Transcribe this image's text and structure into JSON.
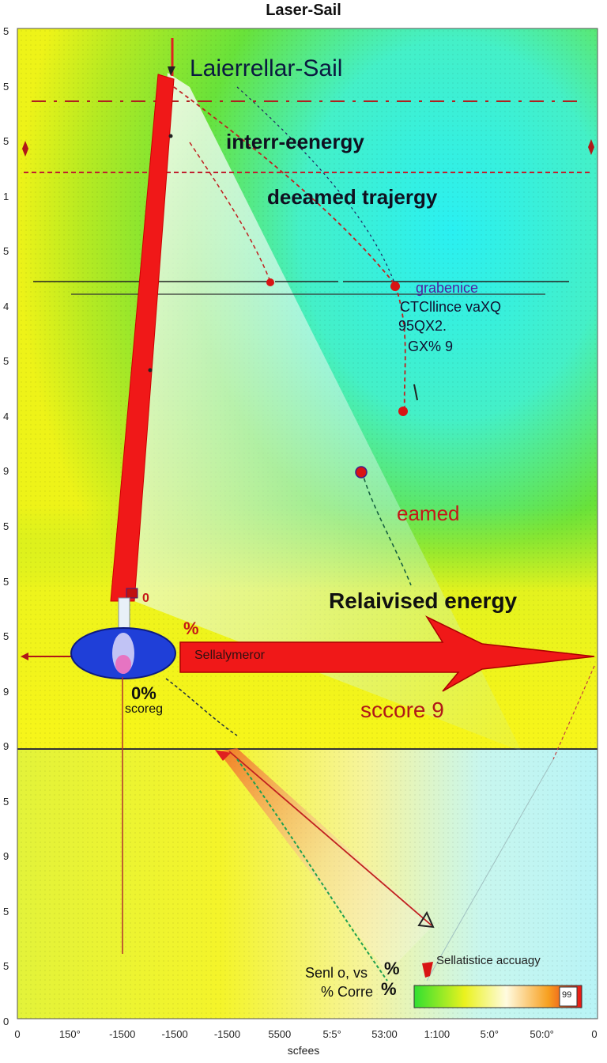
{
  "title": "Laser-Sail",
  "labels": {
    "headline": "Laierrellar-Sail",
    "inter_energy": "interr-eenergy",
    "trajectory": "deeamed trajergy",
    "annot_line1": "grabenice",
    "annot_line2": "CTCllince vaXQ",
    "annot_line3": "95QX2.",
    "annot_line4": "GX% 9",
    "eamed": "eamed",
    "relativised": "Relaivised energy",
    "zero_mark": "0",
    "percent_mark": "%",
    "arrow_label": "Sellalymeror",
    "score_pct": "0%",
    "score_small": "scoreg",
    "score_big": "sccore 9",
    "bottom_line1": "Senl o, vs",
    "bottom_line2": "% Corre",
    "bottom_pct1": "%",
    "bottom_pct2": "%",
    "legend_title": "Sellatistice accuagy",
    "legend_value": "99"
  },
  "axis": {
    "x_label": "scfees",
    "x_ticks": [
      "0",
      "150°",
      "-1500",
      "-1500",
      "-1500",
      "5500",
      "5:5°",
      "53:00",
      "1:100",
      "5:0°",
      "50:0°",
      "0"
    ],
    "y_ticks": [
      "5",
      "5",
      "5",
      "1",
      "5",
      "4",
      "5",
      "4",
      "9",
      "5",
      "5",
      "5",
      "9",
      "9",
      "5",
      "9",
      "5",
      "5",
      "0"
    ]
  },
  "colors": {
    "beam": "#f01818",
    "disc": "#1f3fd8",
    "field_green": "#5fe03a",
    "field_cyan": "#2fe8ee",
    "field_yellow": "#f2f218",
    "dot": "#d81414"
  }
}
